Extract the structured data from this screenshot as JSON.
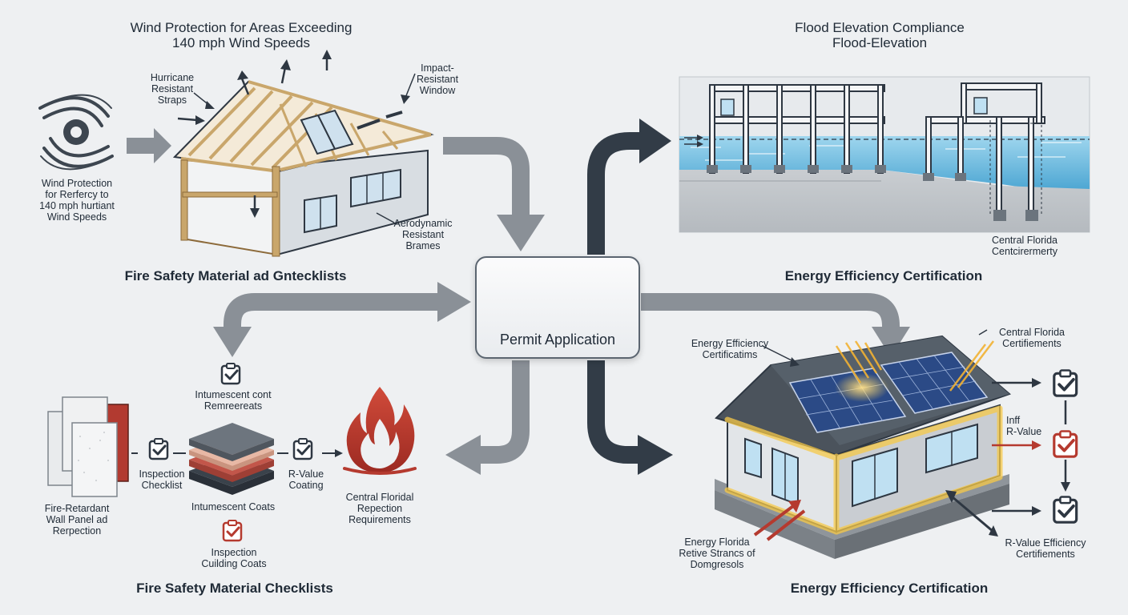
{
  "labels": {
    "wind_title": "Wind Protection for Areas Exceeding\n140 mph Wind Speeds",
    "hurricane_straps": "Hurricane\nResistant\nStraps",
    "impact_window": "Impact-\nResistant\nWindow",
    "wind_side_note": "Wind Protection\nfor Rerfercy to\n140 mph hurtiant\nWind Speeds",
    "aero_frames": "Aerodynamic\nResistant\nBrames",
    "fire_upper_heading": "Fire Safety Material ad Gntecklists",
    "flood_title": "Flood Elevation Compliance\nFlood-Elevation",
    "central_fl_flood": "Central Florida\nCentcirermerty",
    "energy_upper_heading": "Energy Efficiency Certification",
    "permit": "Permit Application",
    "intumescent_top": "Intumescent cont\nRemreereats",
    "inspection_checklist": "Inspection\nChecklist",
    "r_value_coating": "R-Value\nCoating",
    "central_fl_rejection": "Central Floridal\nRepection\nRequirements",
    "intumescent_coats": "Intumescent Coats",
    "fire_wall_panel": "Fire-Retardant\nWall Panel ad\nRerpection",
    "inspection_building": "Inspection\nCuilding Coats",
    "fire_lower_heading": "Fire Safety Material Checklists",
    "energy_certs_note": "Energy Efficiency\nCertificatims",
    "central_fl_certs": "Central Florida\nCertifiements",
    "inf_r_value": "Inff\nR-Value",
    "energy_florida_note": "Energy Florida\nRetive Strancs of\nDomgresols",
    "r_value_certs": "R-Value Efficiency\nCertifiements",
    "energy_lower_heading": "Energy Efficiency Certification"
  },
  "colors": {
    "background": "#eef0f2",
    "arrow_gray": "#8a9097",
    "arrow_dark": "#323c47",
    "wood": "#c9a66b",
    "wood_dark": "#8c6a3a",
    "water": "#7cc3e3",
    "red": "#b53a2f",
    "solar": "#2b4a86",
    "glow": "#f2c94c"
  },
  "icons": [
    "hurricane-icon",
    "shield-check-icon",
    "checklist-icon",
    "flame-icon",
    "solar-panel-icon",
    "sun-ray-icon"
  ]
}
